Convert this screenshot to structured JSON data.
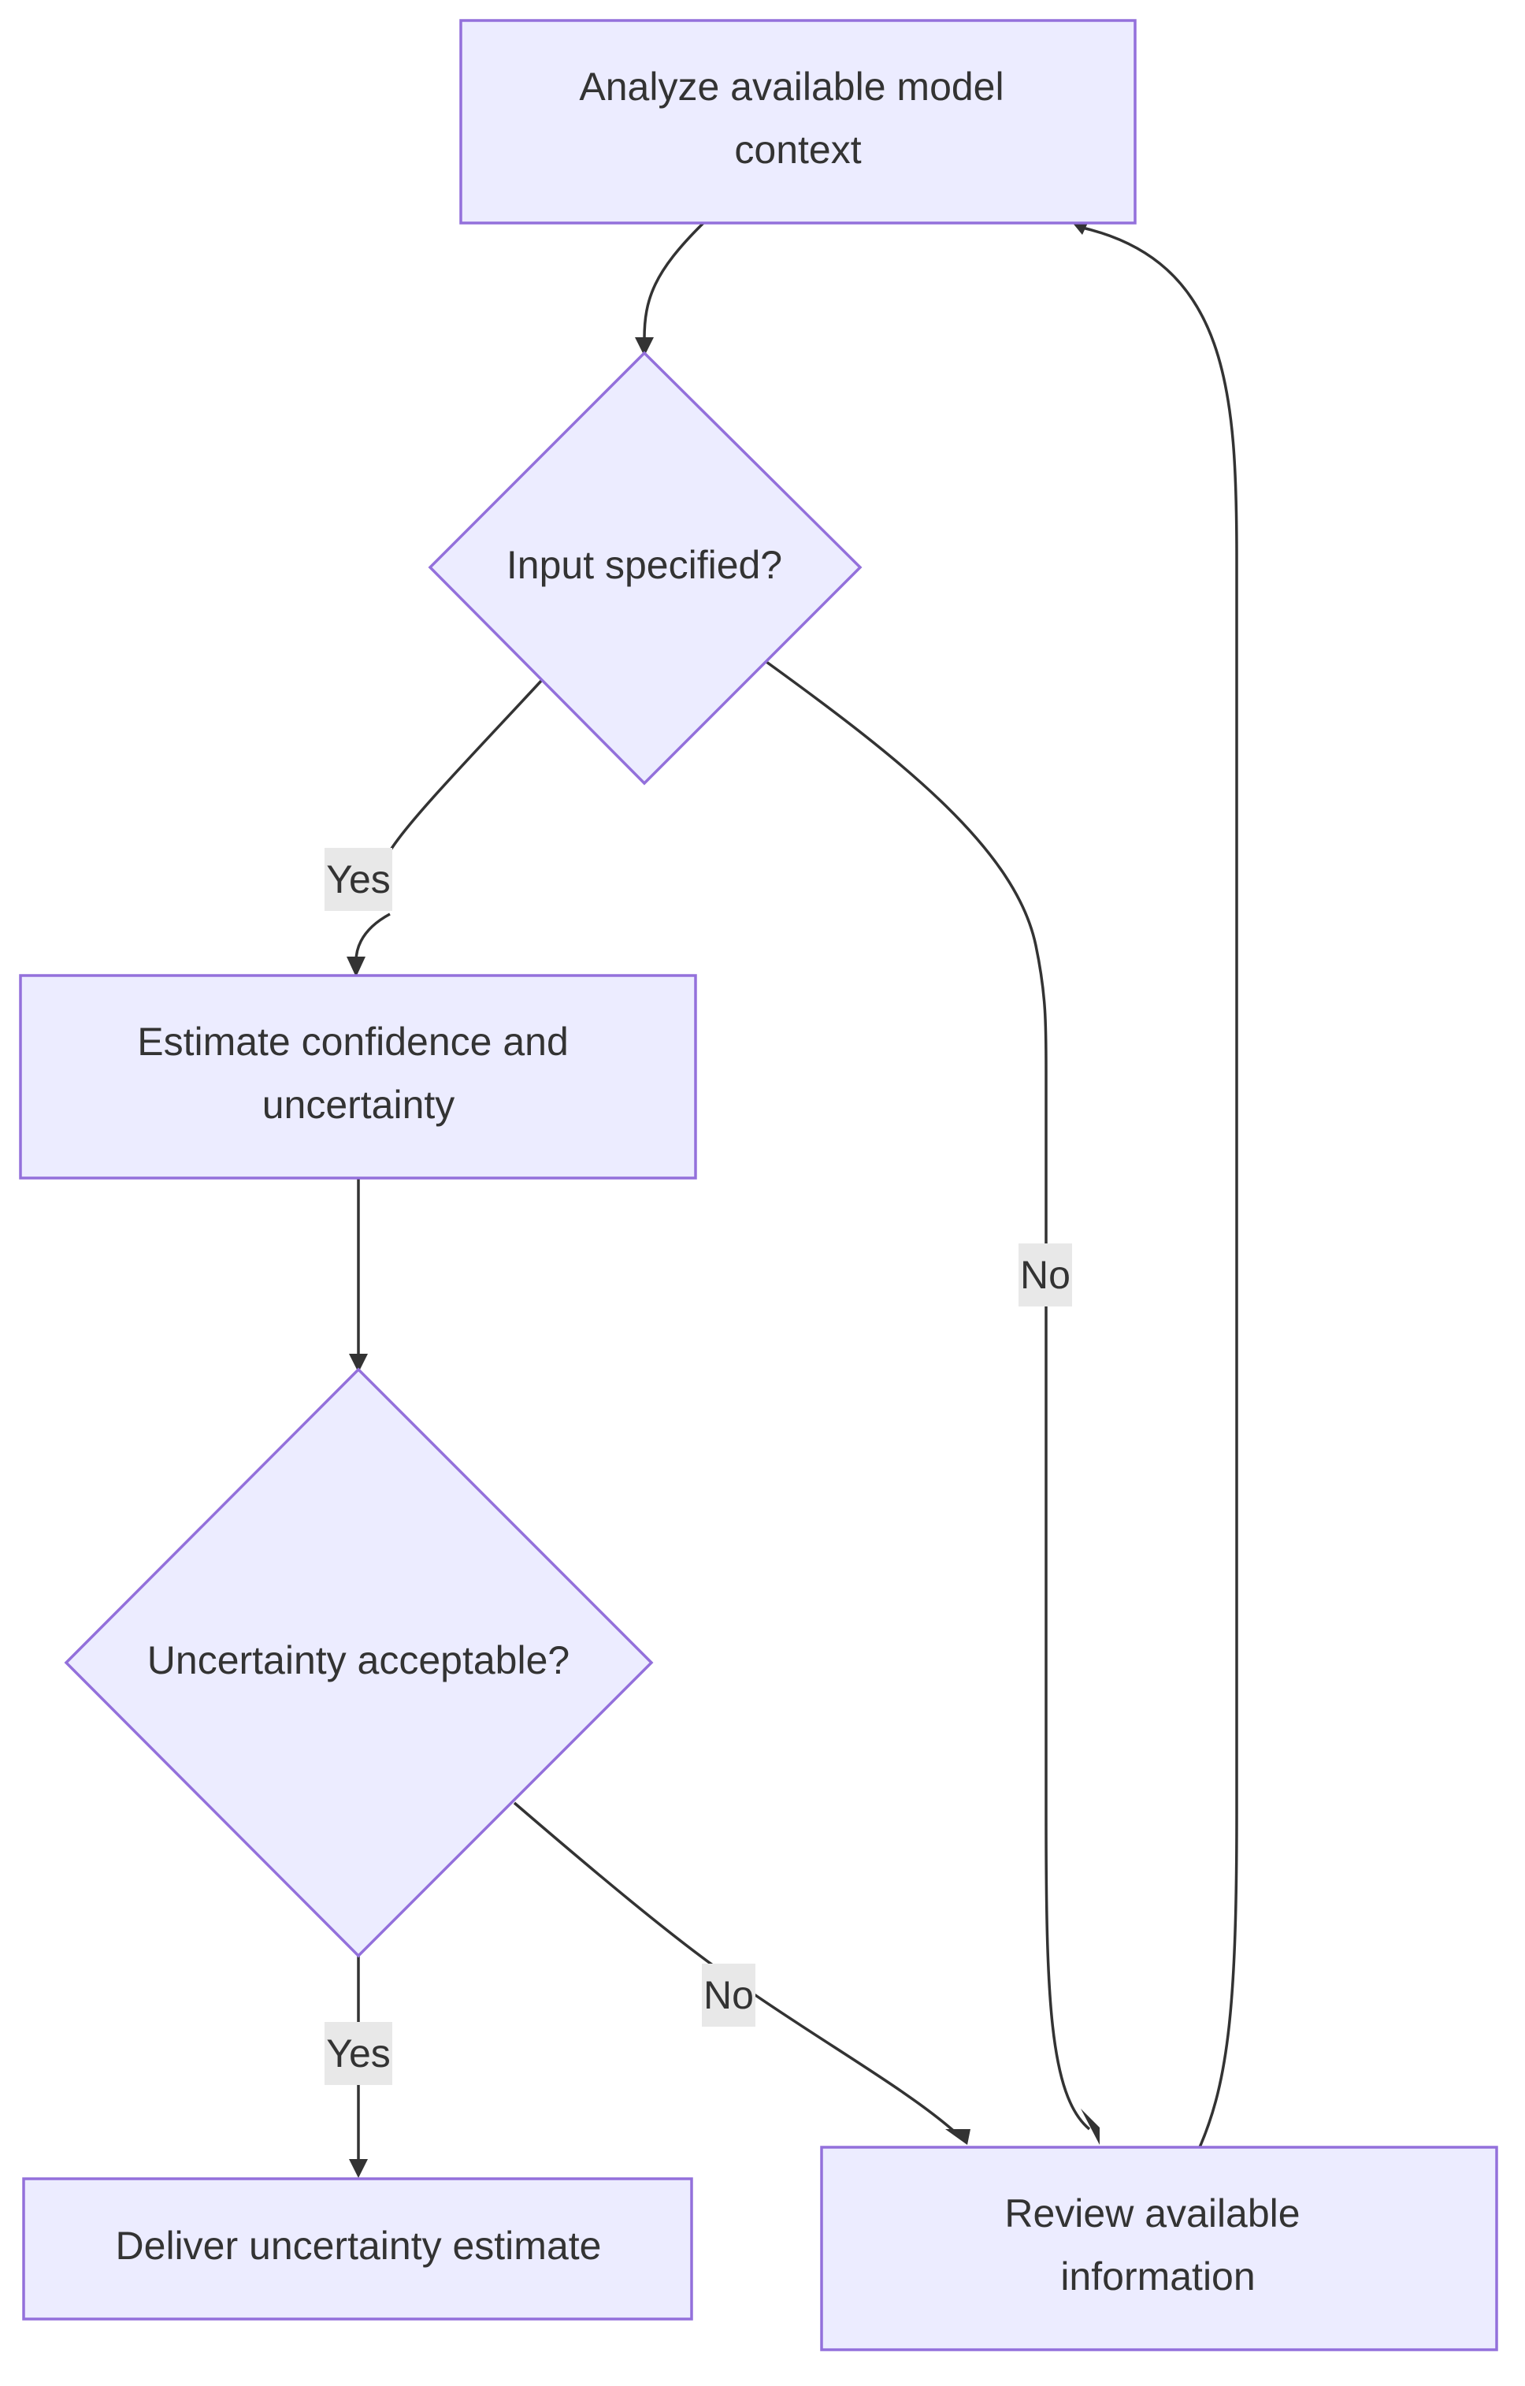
{
  "colors": {
    "node_fill": "#ececff",
    "node_stroke": "#9370db",
    "edge": "#333333",
    "text": "#333333",
    "edge_label_bg": "#e8e8e8",
    "background": "#ffffff"
  },
  "nodes": {
    "analyze": {
      "lines": [
        "Analyze available model",
        "context"
      ]
    },
    "input_specified": {
      "lines": [
        "Input specified?"
      ]
    },
    "estimate": {
      "lines": [
        "Estimate confidence and",
        "uncertainty"
      ]
    },
    "uncertainty_acceptable": {
      "lines": [
        "Uncertainty acceptable?"
      ]
    },
    "deliver": {
      "lines": [
        "Deliver uncertainty estimate"
      ]
    },
    "review": {
      "lines": [
        "Review available",
        "information"
      ]
    }
  },
  "edges": {
    "input_yes": {
      "label": "Yes"
    },
    "input_no": {
      "label": "No"
    },
    "uncertainty_yes": {
      "label": "Yes"
    },
    "uncertainty_no": {
      "label": "No"
    }
  }
}
